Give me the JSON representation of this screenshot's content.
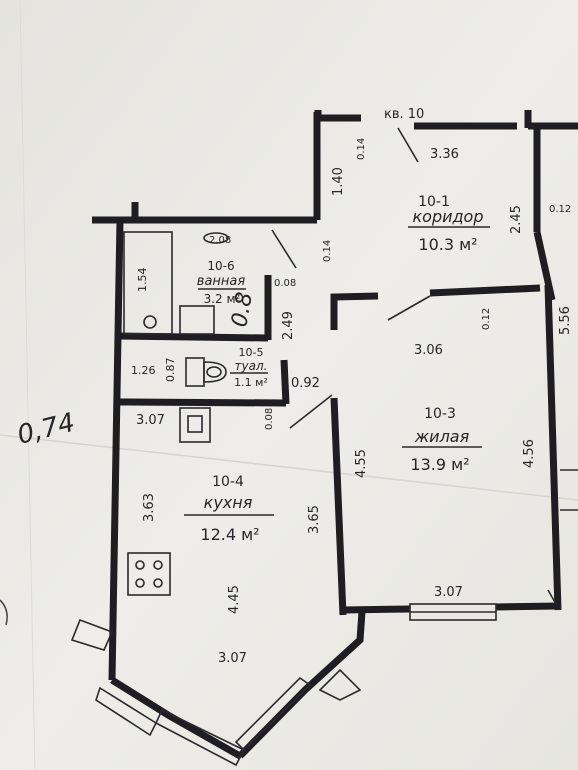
{
  "apartment_label": "кв. 10",
  "rooms": [
    {
      "id": "10-1",
      "name": "коридор",
      "area": "10.3 м²"
    },
    {
      "id": "10-3",
      "name": "жилая",
      "area": "13.9 м²"
    },
    {
      "id": "10-4",
      "name": "кухня",
      "area": "12.4 м²"
    },
    {
      "id": "10-5",
      "name": "туал.",
      "area": "1.1 м²"
    },
    {
      "id": "10-6",
      "name": "ванная",
      "area": "3.2 м²"
    }
  ],
  "dimensions": {
    "corridor_width": "3.36",
    "corridor_top_stub": "0.14",
    "corridor_left": "1.40",
    "corridor_lower": "0.14",
    "corridor_right": "2.45",
    "corridor_right_stub": "0.12",
    "bath_top": "2.08",
    "bath_tub": "1.54",
    "bath_partition": "0.08",
    "bath_toilet_side": "2.49",
    "toilet_left": "1.26",
    "toilet_width": "0.87",
    "toilet_door": "0.92",
    "toilet_wall": "0.08",
    "kitchen_top": "3.07",
    "kitchen_left": "3.63",
    "kitchen_right": "3.65",
    "kitchen_depth": "4.45",
    "kitchen_bottom": "3.07",
    "living_top": "3.06",
    "living_stub": "0.12",
    "living_left": "4.55",
    "living_right": "4.56",
    "living_bottom": "3.07",
    "outer_right": "5.56"
  },
  "handwritten": {
    "margin_note": "0,74",
    "bath_note": "0.8"
  }
}
